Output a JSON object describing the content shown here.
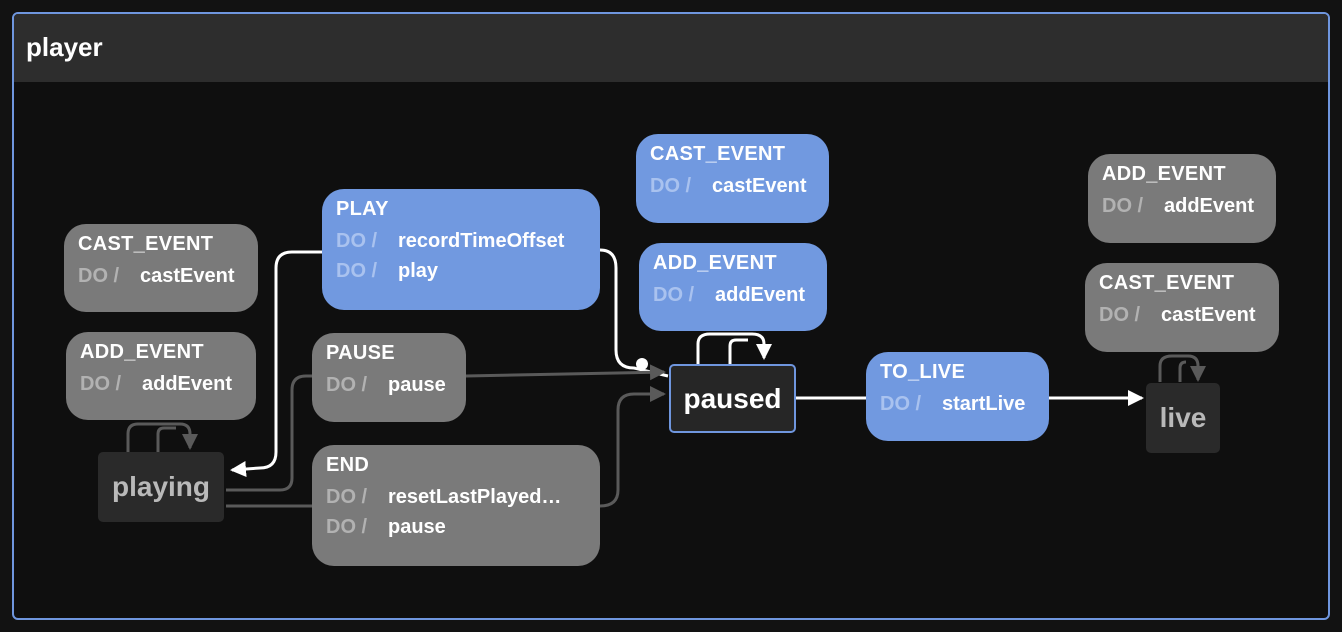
{
  "machine": {
    "title": "player"
  },
  "states": {
    "playing": {
      "label": "playing",
      "active": false
    },
    "paused": {
      "label": "paused",
      "active": true
    },
    "live": {
      "label": "live",
      "active": false
    }
  },
  "events": {
    "playing_cast": {
      "name": "CAST_EVENT",
      "actions": [
        {
          "prefix": "DO /",
          "action": "castEvent"
        }
      ]
    },
    "playing_add": {
      "name": "ADD_EVENT",
      "actions": [
        {
          "prefix": "DO /",
          "action": "addEvent"
        }
      ]
    },
    "play": {
      "name": "PLAY",
      "actions": [
        {
          "prefix": "DO /",
          "action": "recordTimeOffset"
        },
        {
          "prefix": "DO /",
          "action": "play"
        }
      ]
    },
    "pause": {
      "name": "PAUSE",
      "actions": [
        {
          "prefix": "DO /",
          "action": "pause"
        }
      ]
    },
    "end": {
      "name": "END",
      "actions": [
        {
          "prefix": "DO /",
          "action": "resetLastPlayed…"
        },
        {
          "prefix": "DO /",
          "action": "pause"
        }
      ]
    },
    "paused_cast": {
      "name": "CAST_EVENT",
      "actions": [
        {
          "prefix": "DO /",
          "action": "castEvent"
        }
      ]
    },
    "paused_add": {
      "name": "ADD_EVENT",
      "actions": [
        {
          "prefix": "DO /",
          "action": "addEvent"
        }
      ]
    },
    "to_live": {
      "name": "TO_LIVE",
      "actions": [
        {
          "prefix": "DO /",
          "action": "startLive"
        }
      ]
    },
    "live_add": {
      "name": "ADD_EVENT",
      "actions": [
        {
          "prefix": "DO /",
          "action": "addEvent"
        }
      ]
    },
    "live_cast": {
      "name": "CAST_EVENT",
      "actions": [
        {
          "prefix": "DO /",
          "action": "castEvent"
        }
      ]
    }
  },
  "colors": {
    "active_event": "#7199e0",
    "inactive_event": "#7a7a7a",
    "active_edge": "#ffffff",
    "inactive_edge": "#5a5a5a",
    "machine_border": "#6f96de"
  }
}
